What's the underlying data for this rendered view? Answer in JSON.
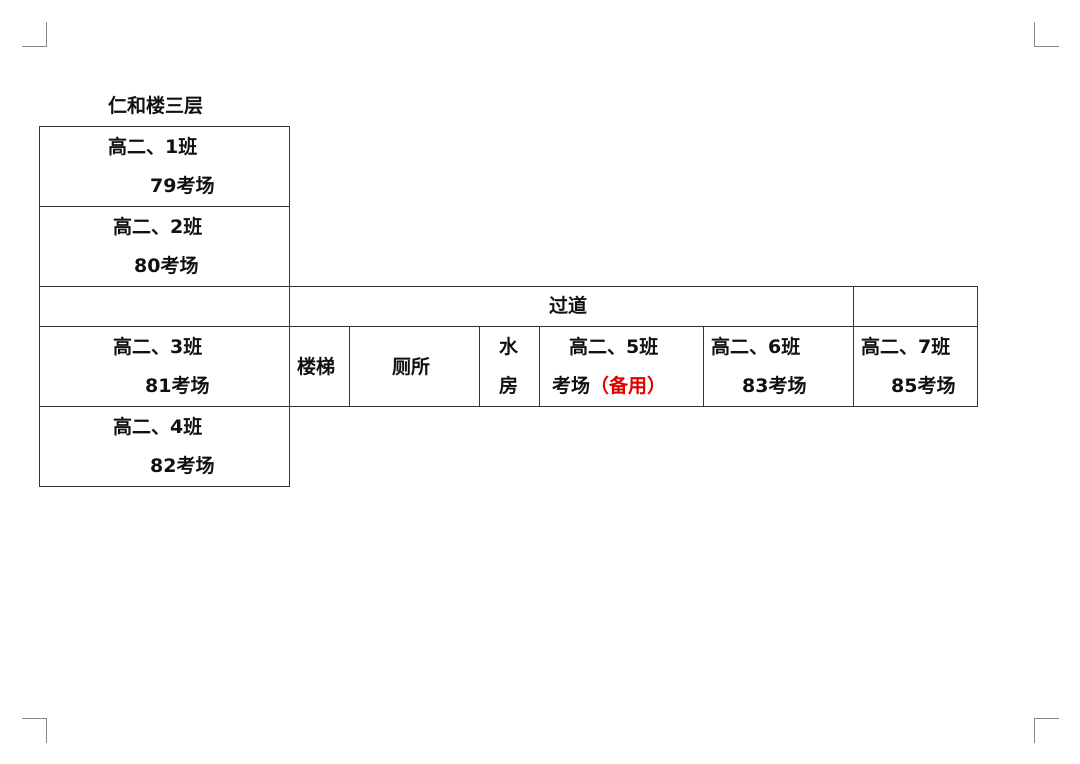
{
  "title": "仁和楼三层",
  "rooms": {
    "c1": {
      "line1": "高二、1班",
      "line2": "79考场"
    },
    "c2": {
      "line1": "高二、2班",
      "line2": "80考场"
    },
    "corridor": "过道",
    "c3": {
      "line1": "高二、3班",
      "line2": "81考场"
    },
    "stairs": "楼梯",
    "toilet": "厕所",
    "water_room": {
      "line1": "水",
      "line2": "房"
    },
    "c5": {
      "line1": "高二、5班",
      "line2": "考场",
      "note": "（备用）"
    },
    "c6": {
      "line1": "高二、6班",
      "line2": "83考场"
    },
    "c7": {
      "line1": "高二、7班",
      "line2": "85考场"
    },
    "c4": {
      "line1": "高二、4班",
      "line2": "82考场"
    }
  },
  "colors": {
    "note": "#e00000"
  }
}
